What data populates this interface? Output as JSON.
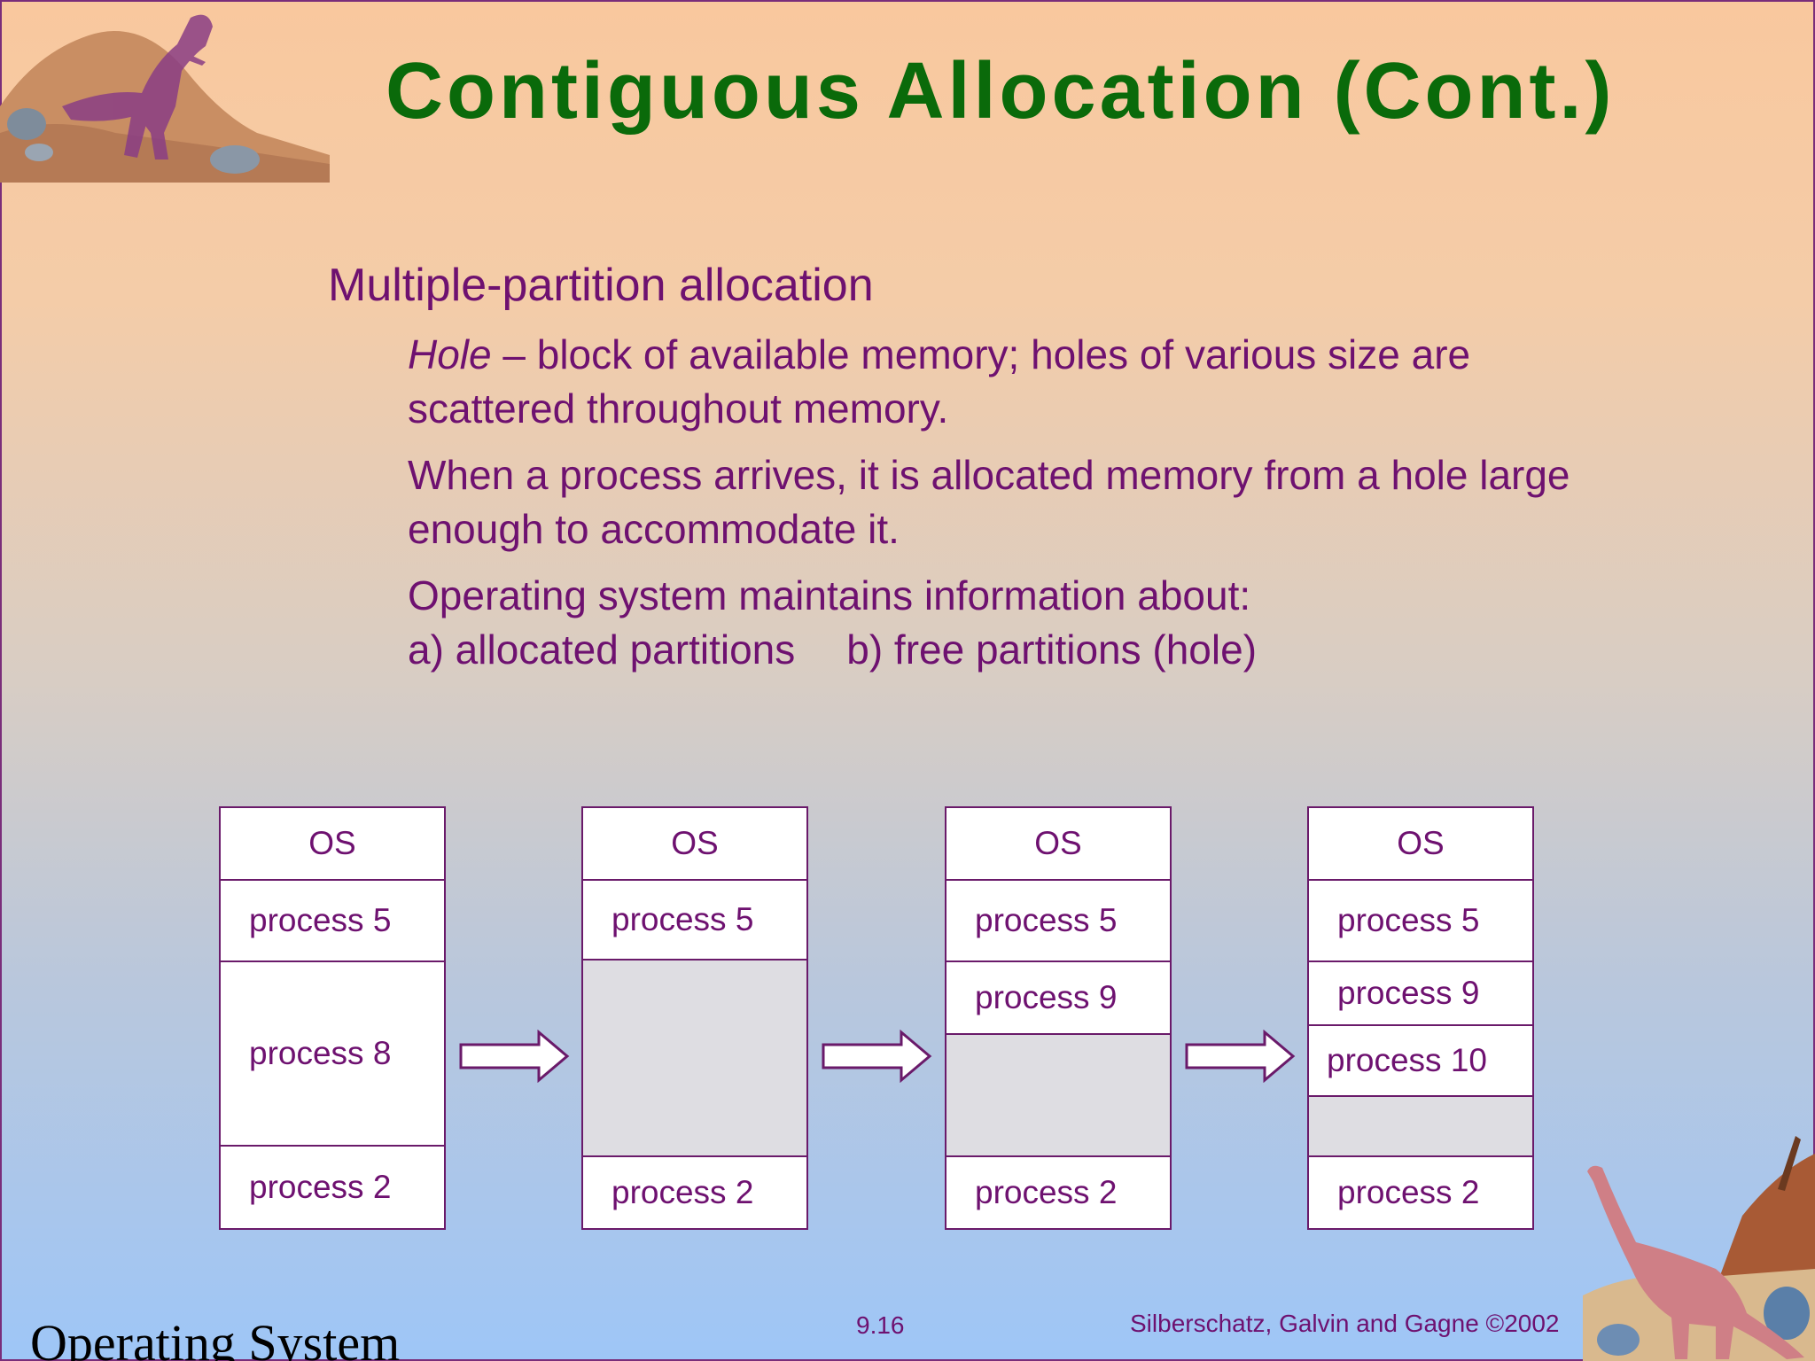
{
  "slide": {
    "title": "Contiguous Allocation (Cont.)",
    "heading": "Multiple-partition allocation",
    "bullets": {
      "hole_term": "Hole",
      "hole_rest": " – block of available memory; holes of various size are scattered throughout memory.",
      "arrival": "When a process arrives, it is allocated memory from a hole large enough to accommodate it.",
      "os_info": "Operating system maintains information about:",
      "item_a": "a) allocated partitions",
      "item_b": "b) free partitions (hole)"
    }
  },
  "diagram": {
    "step1": {
      "os": "OS",
      "p5": "process 5",
      "p8": "process 8",
      "p2": "process 2"
    },
    "step2": {
      "os": "OS",
      "p5": "process 5",
      "p2": "process 2"
    },
    "step3": {
      "os": "OS",
      "p5": "process 5",
      "p9": "process 9",
      "p2": "process 2"
    },
    "step4": {
      "os": "OS",
      "p5": "process 5",
      "p9": "process 9",
      "p10": "process 10",
      "p2": "process 2"
    }
  },
  "footer": {
    "book": "Operating System",
    "page": "9.16",
    "copyright": "Silberschatz, Galvin and  Gagne ©2002"
  },
  "colors": {
    "title": "#0a6a0a",
    "text": "#6e1170",
    "hole": "#dedde2"
  },
  "icons": {
    "top_left": "t-rex-illustration",
    "bottom_right": "brontosaurus-illustration",
    "arrow": "right-arrow-icon"
  }
}
